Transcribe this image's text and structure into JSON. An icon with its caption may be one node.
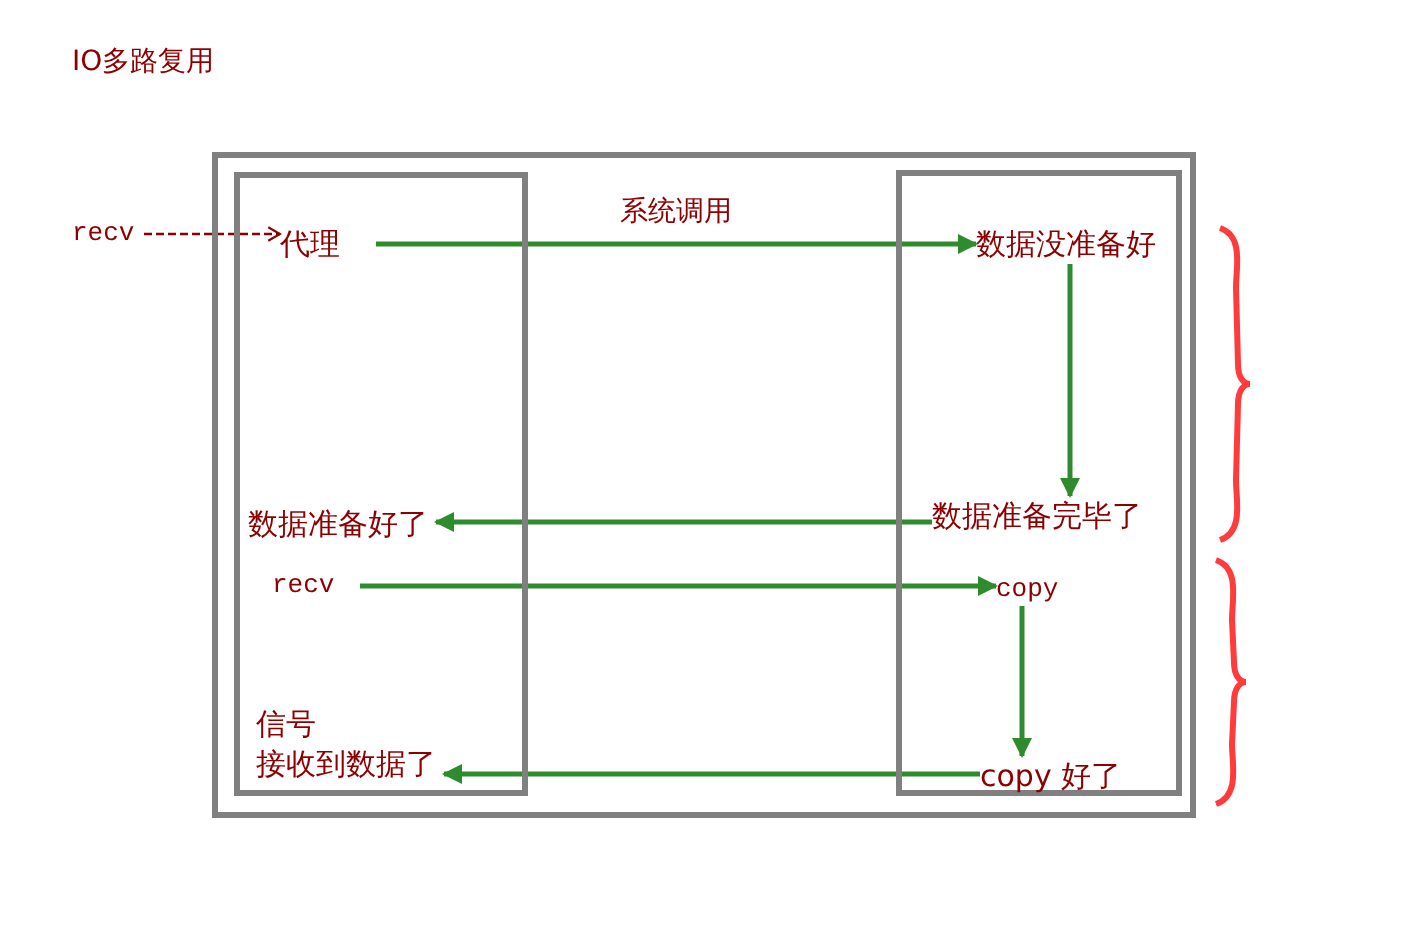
{
  "diagram": {
    "title": "IO多路复用",
    "nodes": [
      {
        "text": [],
        "shape": "box"
      },
      {
        "text": [],
        "shape": "box",
        "in": 0
      },
      {
        "text": [],
        "shape": "box",
        "in": 0
      },
      {
        "text": [
          "recv"
        ]
      },
      {
        "text": [
          "代理"
        ],
        "in": 1
      },
      {
        "text": [
          "数据没准备好"
        ],
        "in": 2
      },
      {
        "text": [
          "数据准备完毕了"
        ],
        "in": 2
      },
      {
        "text": [
          "数据准备好了"
        ],
        "in": 1
      },
      {
        "text": [
          "recv"
        ],
        "in": 1
      },
      {
        "text": [
          "copy"
        ],
        "in": 2
      },
      {
        "text": [
          "copy 好了"
        ],
        "in": 2
      },
      {
        "text": [
          "信号",
          "接收到数据了"
        ],
        "in": 1
      }
    ],
    "edges": [
      {
        "from": 3,
        "to": 4,
        "arrow": "to",
        "style": "dashed",
        "color": "#8b0000"
      },
      {
        "from": 4,
        "to": 5,
        "arrow": "to",
        "label": "系统调用"
      },
      {
        "from": 5,
        "to": 6,
        "arrow": "to"
      },
      {
        "from": 6,
        "to": 7,
        "arrow": "to"
      },
      {
        "from": 8,
        "to": 9,
        "arrow": "to"
      },
      {
        "from": 9,
        "to": 10,
        "arrow": "to"
      },
      {
        "from": 10,
        "to": 11,
        "arrow": "to"
      }
    ]
  }
}
